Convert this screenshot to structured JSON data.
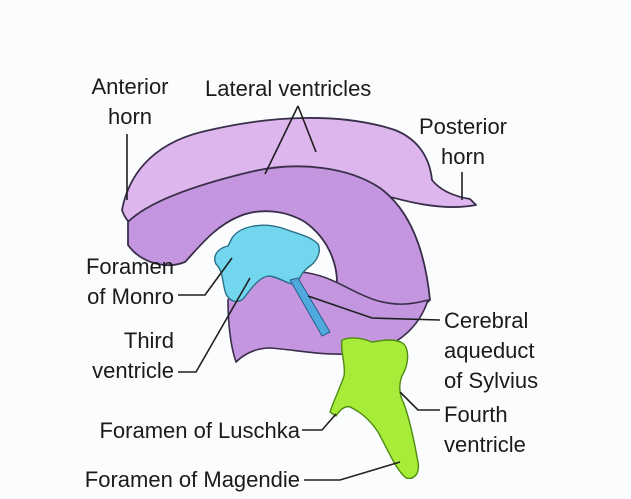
{
  "labels": {
    "anterior_horn": {
      "line1": "Anterior",
      "line2": "horn"
    },
    "lateral_ventricles": "Lateral ventricles",
    "posterior_horn": {
      "line1": "Posterior",
      "line2": "horn"
    },
    "foramen_monro": {
      "line1": "Foramen",
      "line2": "of Monro"
    },
    "third_ventricle": {
      "line1": "Third",
      "line2": "ventricle"
    },
    "cerebral_aqueduct": {
      "line1": "Cerebral",
      "line2": "aqueduct",
      "line3": "of Sylvius"
    },
    "fourth_ventricle": {
      "line1": "Fourth",
      "line2": "ventricle"
    },
    "foramen_luschka": "Foramen of Luschka",
    "foramen_magendie": "Foramen of Magendie"
  },
  "colors": {
    "lateral_ventricle_fill": "#dcb6ec",
    "lateral_ventricle_dark": "#c596e0",
    "outline": "#3a2f4a",
    "third_ventricle_fill": "#72d7ee",
    "aqueduct_fill": "#4fa9dc",
    "fourth_ventricle_fill": "#a8ec3a",
    "leader_line": "#1f1f1f"
  }
}
